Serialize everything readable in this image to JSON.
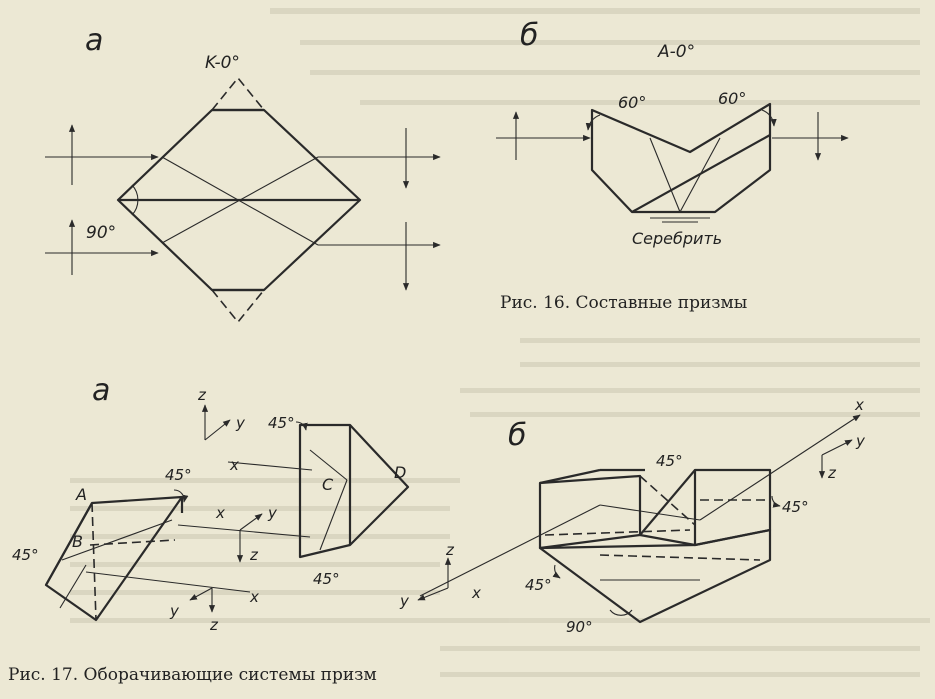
{
  "figure16": {
    "caption": "Рис. 16. Составные призмы",
    "panel_a": {
      "letter": "а",
      "label_top": "K-0°",
      "angle": "90°"
    },
    "panel_b": {
      "letter": "б",
      "label_top": "A-0°",
      "angle_left": "60°",
      "angle_right": "60°",
      "note": "Серебрить"
    }
  },
  "figure17": {
    "caption": "Рис. 17. Оборачивающие системы призм",
    "panel_a": {
      "letter": "а",
      "angle_top": "45°",
      "angle_mid": "45°",
      "angle_left": "45°",
      "angle_bottom": "45°",
      "point_a": "A",
      "point_b": "B",
      "point_c": "C",
      "point_d": "D",
      "axis_x": "x",
      "axis_y": "y",
      "axis_z": "z"
    },
    "panel_b": {
      "letter": "б",
      "angle_top": "45°",
      "angle_right": "45°",
      "angle_left": "45°",
      "angle_bottom": "90°",
      "axis_x": "x",
      "axis_y": "y",
      "axis_z": "z"
    }
  }
}
